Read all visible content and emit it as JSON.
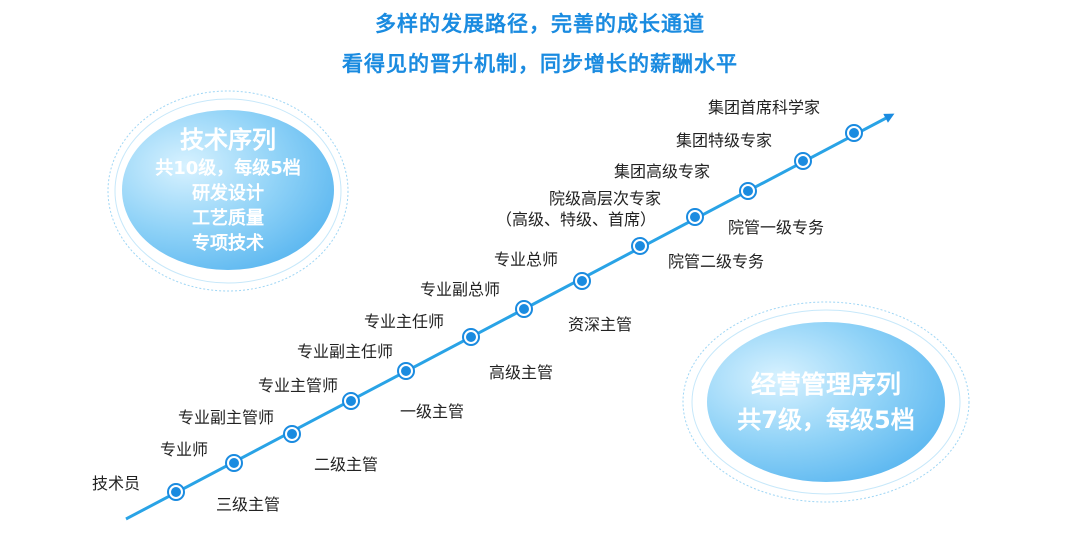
{
  "headline": {
    "line1": "多样的发展路径，完善的成长通道",
    "line2": "看得见的晋升机制，同步增长的薪酬水平"
  },
  "technical_track": {
    "title": "技术序列",
    "lines": [
      "共10级，每级5档",
      "研发设计",
      "工艺质量",
      "专项技术"
    ]
  },
  "management_track": {
    "title": "经营管理序列",
    "subtitle": "共7级，每级5档"
  },
  "technical_levels": [
    "技术员",
    "专业师",
    "专业副主管师",
    "专业主管师",
    "专业副主任师",
    "专业主任师",
    "专业副总师",
    "专业总师",
    "院级高层次专家",
    "（高级、特级、首席）",
    "集团高级专家",
    "集团特级专家",
    "集团首席科学家"
  ],
  "management_levels": [
    "三级主管",
    "二级主管",
    "一级主管",
    "高级主管",
    "资深主管",
    "院管二级专务",
    "院管一级专务"
  ],
  "colors": {
    "accent": "#1a8be0",
    "line": "#29a3e6",
    "node": "#1a8be0"
  }
}
